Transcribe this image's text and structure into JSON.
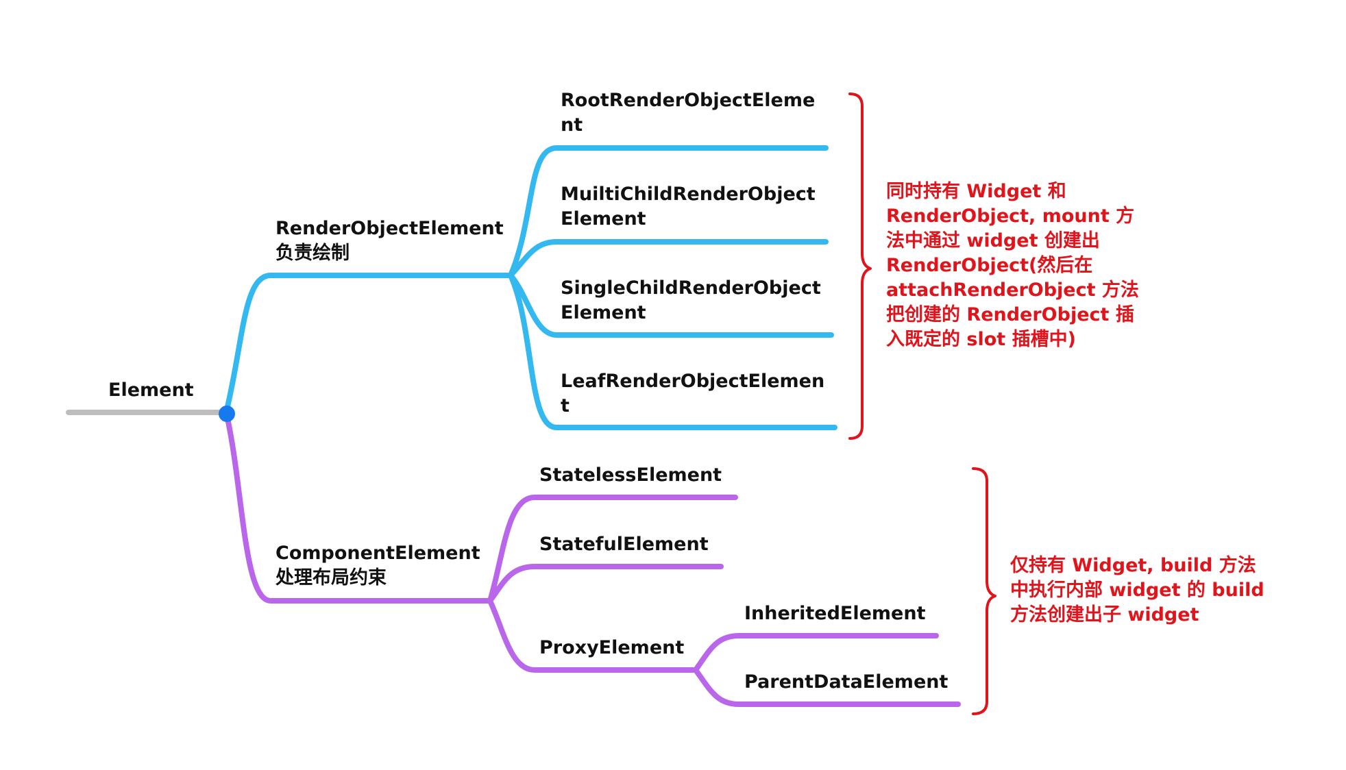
{
  "colors": {
    "root_branch": "#bdbdbd",
    "render_branch": "#33b8ef",
    "component_branch": "#b966ea",
    "root_dot": "#1679f0",
    "bracket": "#e0141b",
    "note_text": "#e0141b"
  },
  "root": {
    "label": "Element"
  },
  "render_object_element": {
    "lines": [
      "RenderObjectElement",
      "负责绘制"
    ],
    "children": [
      {
        "lines": [
          "RootRenderObjectEleme",
          "nt"
        ]
      },
      {
        "lines": [
          "MuiltiChildRenderObject",
          "Element"
        ]
      },
      {
        "lines": [
          "SingleChildRenderObject",
          "Element"
        ]
      },
      {
        "lines": [
          "LeafRenderObjectElemen",
          "t"
        ]
      }
    ],
    "note_lines": [
      "同时持有 Widget 和",
      "RenderObject, mount 方",
      "法中通过 widget 创建出",
      "RenderObject(然后在",
      "attachRenderObject 方法",
      "把创建的 RenderObject 插",
      "入既定的 slot 插槽中)"
    ]
  },
  "component_element": {
    "lines": [
      "ComponentElement",
      "处理布局约束"
    ],
    "children": [
      {
        "lines": [
          "StatelessElement"
        ]
      },
      {
        "lines": [
          "StatefulElement"
        ]
      },
      {
        "lines": [
          "ProxyElement"
        ]
      }
    ],
    "proxy_children": [
      {
        "lines": [
          "InheritedElement"
        ]
      },
      {
        "lines": [
          "ParentDataElement"
        ]
      }
    ],
    "note_lines": [
      "仅持有 Widget, build 方法",
      "中执行内部 widget 的 build",
      "方法创建出子 widget"
    ]
  }
}
